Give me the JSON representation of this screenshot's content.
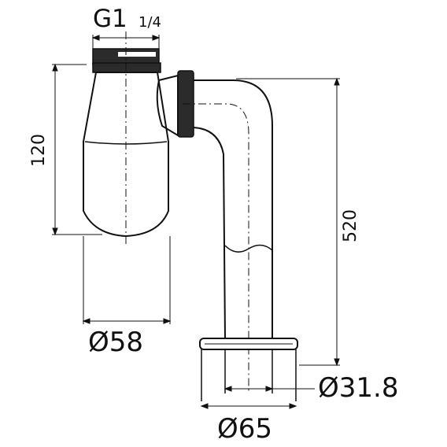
{
  "labels": {
    "thread_main": "G1",
    "thread_fraction": "1/4",
    "height_left": "120",
    "height_right": "520",
    "diameter_bottle": "Ø58",
    "diameter_pipe": "Ø31.8",
    "diameter_flange": "Ø65"
  },
  "colors": {
    "stroke": "#111111",
    "nut": "#2b2b2b",
    "background": "#ffffff"
  }
}
